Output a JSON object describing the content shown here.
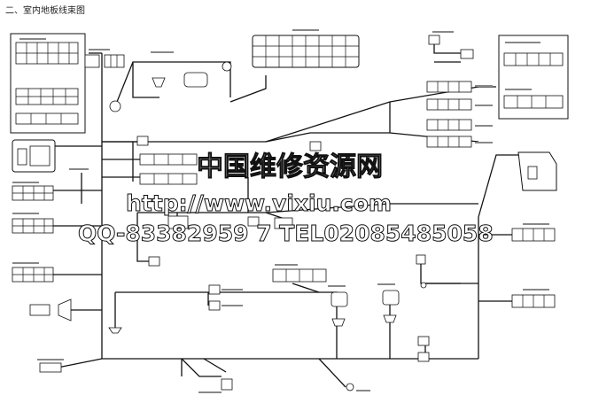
{
  "title": "二、室内地板线束图",
  "watermark": {
    "line1": "中国维修资源网",
    "line2": "http://www.vixiu.com",
    "line3": "QQ-83382959 7 TEL02085485058"
  }
}
